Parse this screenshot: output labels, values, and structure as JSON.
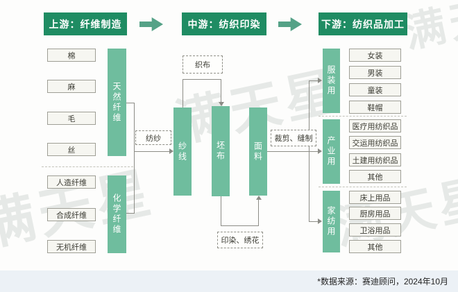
{
  "header": {
    "stages": [
      {
        "label": "上游：纤维制造"
      },
      {
        "label": "中游：纺织印染"
      },
      {
        "label": "下游：纺织品加工"
      }
    ]
  },
  "upstream": {
    "natural_group": {
      "label": "天然纤维",
      "items": [
        "棉",
        "麻",
        "毛",
        "丝"
      ]
    },
    "chemical_group": {
      "label": "化学纤维",
      "items": [
        "人造纤维",
        "合成纤维",
        "无机纤维"
      ]
    }
  },
  "midstream": {
    "bars": [
      "纱线",
      "坯布",
      "面料"
    ]
  },
  "process": {
    "spinning": "纺纱",
    "weaving": "织布",
    "dyeing_embroidery": "印染、绣花",
    "cutting_sewing": "裁剪、缝制"
  },
  "downstream": {
    "groups": [
      {
        "label": "服装用",
        "items": [
          "女装",
          "男装",
          "童装",
          "鞋帽"
        ]
      },
      {
        "label": "产业用",
        "items": [
          "医疗用纺织品",
          "交运用纺织品",
          "土建用纺织品",
          "其他"
        ]
      },
      {
        "label": "家纺用",
        "items": [
          "床上用品",
          "厨房用品",
          "卫浴用品",
          "其他"
        ]
      }
    ]
  },
  "footer": {
    "source_note": "*数据来源：赛迪顾问，2024年10月"
  },
  "watermark": {
    "text": "满天星"
  },
  "colors": {
    "header_green": "#1f8c63",
    "bar_green": "#6fbd9e",
    "arrow_green": "#55a287",
    "footer_bg": "#ecf1f6",
    "line_gray": "#8c8c86"
  }
}
